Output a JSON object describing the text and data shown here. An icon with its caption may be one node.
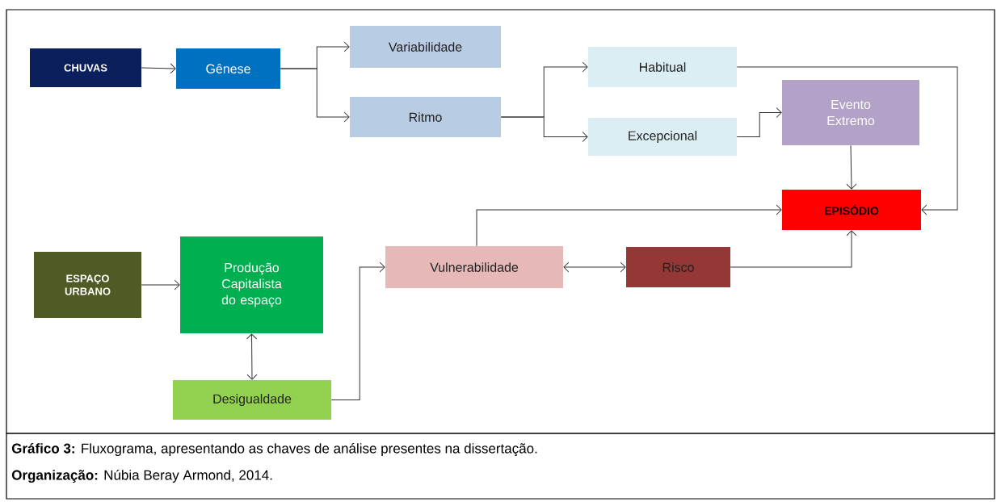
{
  "diagram": {
    "caption": "**Gráfico 3:** Fluxograma, apresentando as chaves de análise presentes na dissertação.",
    "nodes": [
      {
        "text": [
          "CHUVAS"
        ]
      },
      {
        "text": [
          "Gênese"
        ]
      },
      {
        "text": [
          "Variabilidade"
        ]
      },
      {
        "text": [
          "Ritmo"
        ]
      },
      {
        "text": [
          "Habitual"
        ]
      },
      {
        "text": [
          "Excepcional"
        ]
      },
      {
        "text": [
          "Evento Extremo"
        ]
      },
      {
        "text": [
          "EPISÓDIO"
        ]
      },
      {
        "text": [
          "ESPAÇO URBANO"
        ]
      },
      {
        "text": [
          "Produção Capitalista do espaço"
        ]
      },
      {
        "text": [
          "Desigualdade"
        ]
      },
      {
        "text": [
          "Vulnerabilidade"
        ]
      },
      {
        "text": [
          "Risco"
        ]
      }
    ],
    "edges": [
      {
        "from": 0,
        "to": 1,
        "arrow": "to"
      },
      {
        "from": 1,
        "to": 2,
        "arrow": "to"
      },
      {
        "from": 1,
        "to": 3,
        "arrow": "to"
      },
      {
        "from": 3,
        "to": 4,
        "arrow": "to"
      },
      {
        "from": 3,
        "to": 5,
        "arrow": "to"
      },
      {
        "from": 5,
        "to": 6,
        "arrow": "to"
      },
      {
        "from": 4,
        "to": 7,
        "arrow": "to"
      },
      {
        "from": 6,
        "to": 7,
        "arrow": "to"
      },
      {
        "from": 11,
        "to": 7,
        "arrow": "to"
      },
      {
        "from": 12,
        "to": 7,
        "arrow": "to"
      },
      {
        "from": 8,
        "to": 9,
        "arrow": "to"
      },
      {
        "from": 9,
        "to": 10,
        "arrow": "both"
      },
      {
        "from": 10,
        "to": 11,
        "arrow": "to"
      },
      {
        "from": 11,
        "to": 12,
        "arrow": "both"
      }
    ],
    "labels": [
      "**Organização:** Núbia Beray Armond, 2014."
    ]
  }
}
